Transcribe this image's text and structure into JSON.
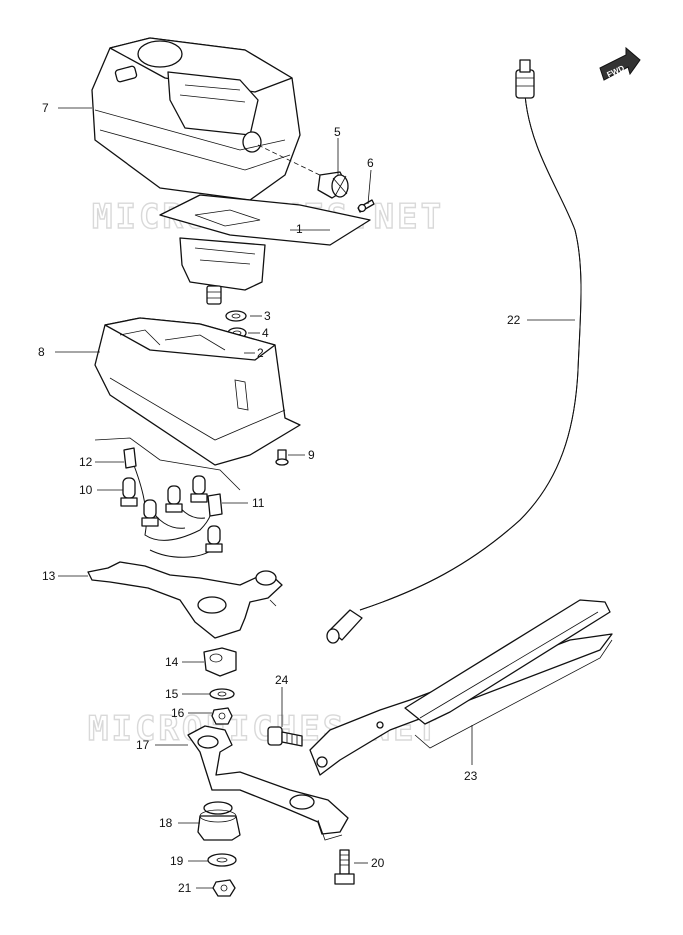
{
  "diagram": {
    "watermarks": [
      "MICROFICHES.NET",
      "MICROFICHES.NET"
    ],
    "direction_badge": "FWD",
    "callouts": [
      "1",
      "2",
      "3",
      "4",
      "5",
      "6",
      "7",
      "8",
      "9",
      "10",
      "11",
      "12",
      "13",
      "14",
      "15",
      "16",
      "17",
      "18",
      "19",
      "20",
      "21",
      "22",
      "23",
      "24"
    ]
  }
}
